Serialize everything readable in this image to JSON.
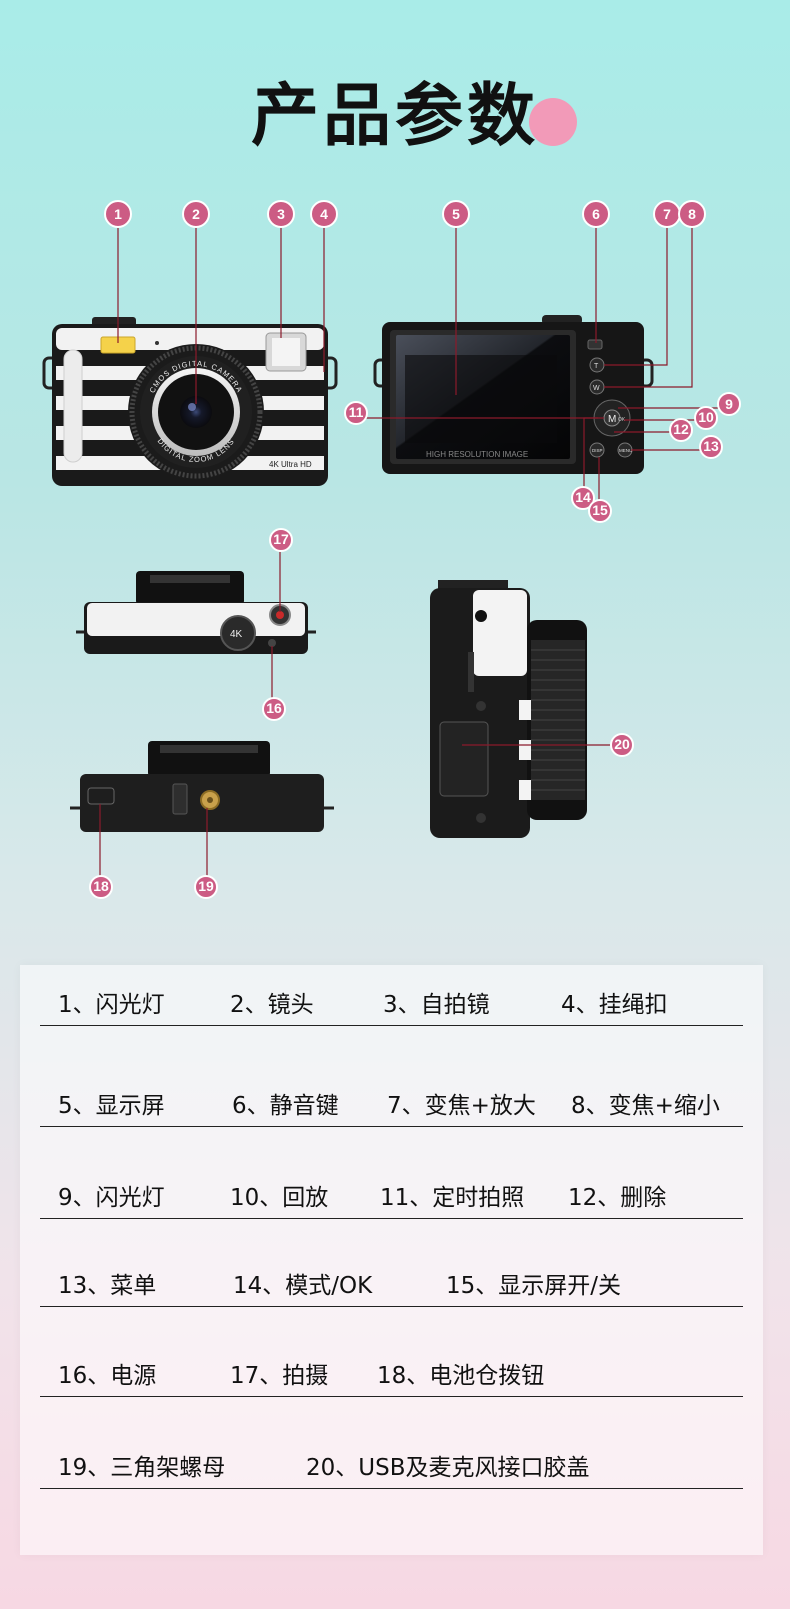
{
  "title": "产品参数",
  "callouts": [
    "1",
    "2",
    "3",
    "4",
    "5",
    "6",
    "7",
    "8",
    "9",
    "10",
    "11",
    "12",
    "13",
    "14",
    "15",
    "16",
    "17",
    "18",
    "19",
    "20"
  ],
  "camera_texts": {
    "front_ring_top": "CMOS DIGITAL CAMERA",
    "front_ring_bottom": "DIGITAL ZOOM LENS",
    "front_badge": "4K Ultra HD",
    "screen_text": "HIGH RESOLUTION IMAGE",
    "button_m": "M",
    "button_t": "T",
    "button_w": "W",
    "button_ok": "OK",
    "button_menu": "MENU",
    "button_disp": "DISP",
    "top_dial": "4K"
  },
  "parameters": [
    [
      "1、闪光灯",
      "2、镜头",
      "3、自拍镜",
      "4、挂绳扣"
    ],
    [
      "5、显示屏",
      "6、静音键",
      "7、变焦+放大",
      "8、变焦+缩小"
    ],
    [
      "9、闪光灯",
      "10、回放",
      "11、定时拍照",
      "12、删除"
    ],
    [
      "13、菜单",
      "14、模式/OK",
      "15、显示屏开/关"
    ],
    [
      "16、电源",
      "17、拍摄",
      "18、电池仓拨钮"
    ],
    [
      "19、三角架螺母",
      "20、USB及麦克风接口胶盖"
    ]
  ],
  "colors": {
    "accent": "#cc5c84",
    "line": "#8b1a2b",
    "title_dot": "#f29ab8"
  }
}
